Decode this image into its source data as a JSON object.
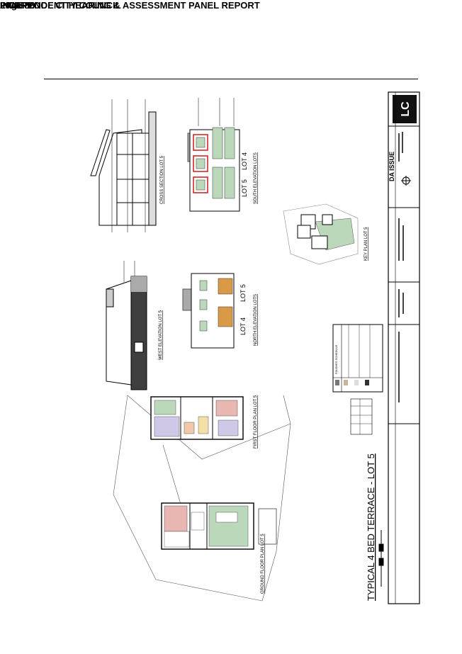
{
  "header": {
    "council": "LIVERPOOL CITY COUNCIL",
    "page": "Page 80",
    "panel": "INDEPENDENT HEARING & ASSESSMENT PANEL REPORT",
    "year": "2014"
  },
  "drawing": {
    "title": "TYPICAL 4 BED TERRACE - LOT 5",
    "issue": "DA ISSUE",
    "logo": "LC",
    "views": {
      "cross_section": "CROSS SECTION LOT 5",
      "south_elevation": "SOUTH ELEVATION LOTS",
      "west_elevation": "WEST ELEVATION LOT 5",
      "north_elevation": "NORTH ELEVATION LOTS",
      "key_plan": "KEY PLAN LOT 5",
      "first_floor": "FIRST FLOOR PLAN LOT 5",
      "ground_floor": "GROUND FLOOR PLAN LOT 5"
    },
    "lots": {
      "lot4": "LOT 4",
      "lot5": "LOT 5"
    },
    "finishes_title": "FINISHES SCHEDULE"
  },
  "colors": {
    "pink": "#e9b7b2",
    "green": "#bcd8bb",
    "lilac": "#cfc8e6",
    "peach": "#f2c9a8",
    "orange": "#d99a48",
    "darkroof": "#3f3f3f",
    "red_outline": "#d22a2a"
  }
}
